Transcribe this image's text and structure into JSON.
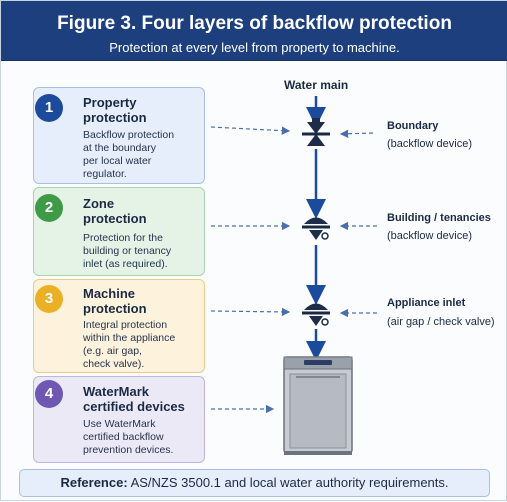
{
  "header": {
    "title": "Figure 3. Four layers of backflow protection",
    "subtitle": "Protection at every level from property to machine."
  },
  "cards": [
    {
      "number": "1",
      "title_line1": "Property",
      "title_line2": "protection",
      "body": [
        "Backflow protection",
        "at the boundary",
        "per local water",
        "regulator."
      ],
      "color": "#1d4b9b"
    },
    {
      "number": "2",
      "title_line1": "Zone",
      "title_line2": "protection",
      "body": [
        "Protection for the",
        "building or tenancy",
        "inlet (as required)."
      ],
      "color": "#3f9a47"
    },
    {
      "number": "3",
      "title_line1": "Machine",
      "title_line2": "protection",
      "body": [
        "Integral protection",
        "within the appliance",
        "(e.g. air gap,",
        "check valve)."
      ],
      "color": "#eab126"
    },
    {
      "number": "4",
      "title_line1": "WaterMark",
      "title_line2": "certified devices",
      "body": [
        "Use WaterMark",
        "certified backflow",
        "prevention devices."
      ],
      "color": "#6e58b3"
    }
  ],
  "flow": {
    "source_label": "Water main",
    "devices": [
      {
        "name": "Boundary",
        "detail": "(backflow device)",
        "icon": "backflow-valve-icon"
      },
      {
        "name": "Building / tenancies",
        "detail": "(backflow device)",
        "icon": "backflow-valve-icon"
      },
      {
        "name": "Appliance inlet",
        "detail": "(air gap / check valve)",
        "icon": "backflow-valve-icon"
      }
    ],
    "appliance_icon": "dishwasher-icon"
  },
  "footer": {
    "reference_key": "Reference:",
    "reference_text": " AS/NZS 3500.1 and local water authority requirements."
  },
  "colors": {
    "header": "#1d3f7e",
    "pipe": "#1d4b9b",
    "dashed_arrow": "#4a6fae"
  }
}
